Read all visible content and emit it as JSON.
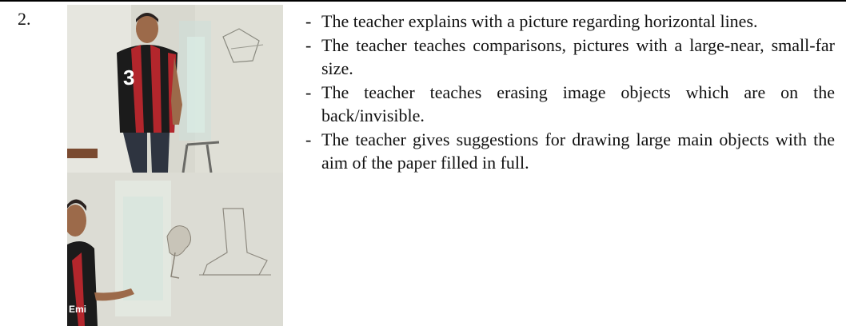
{
  "row": {
    "number": "2."
  },
  "photos": [
    {
      "name": "teacher-at-whiteboard-photo"
    },
    {
      "name": "teacher-pointing-at-drawing-photo"
    }
  ],
  "bullets": {
    "marker": "-",
    "items": [
      "The teacher explains with a picture regarding horizontal lines.",
      "The teacher teaches comparisons, pictures with a large-near, small-far size.",
      "The teacher teaches erasing image objects which are on the back/invisible.",
      "The teacher gives suggestions for drawing large main objects with the aim of the paper filled in full."
    ]
  },
  "colors": {
    "jersey_red": "#b3262c",
    "jersey_black": "#1b1b1b",
    "wall": "#dcdcd4",
    "skin": "#9c6a4a"
  }
}
